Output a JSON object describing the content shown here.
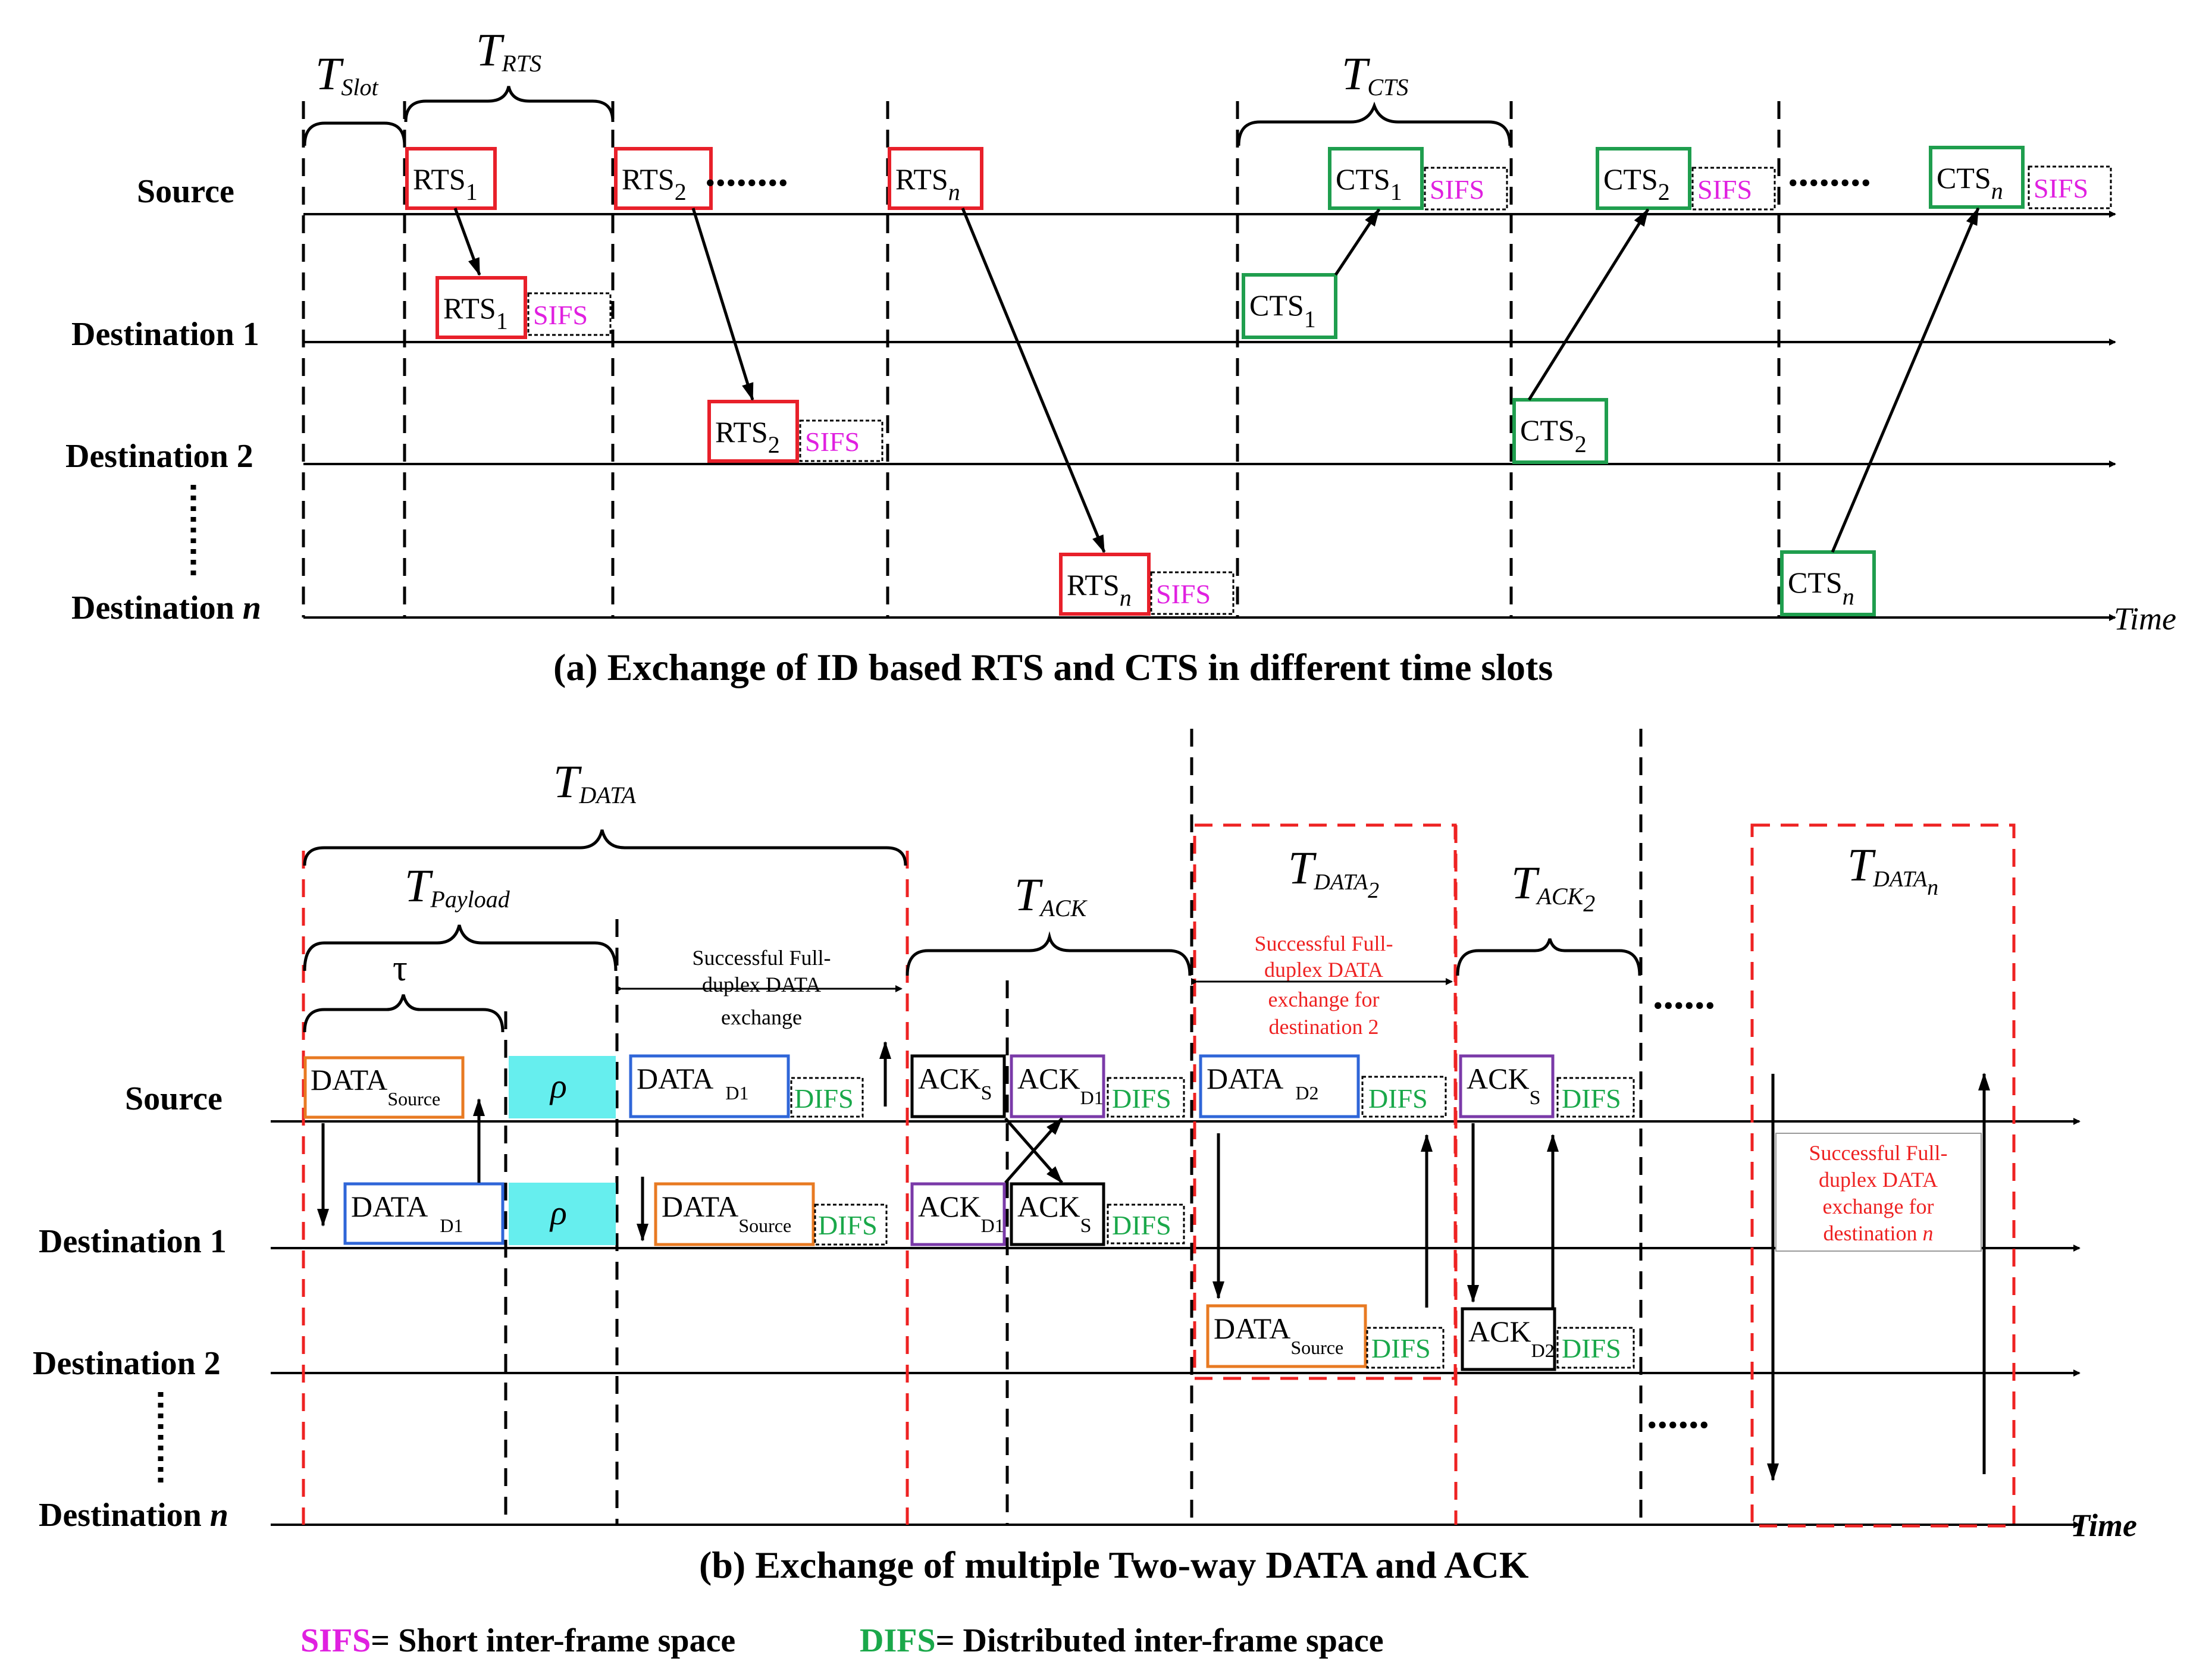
{
  "colors": {
    "rts": "#e8202a",
    "cts": "#1f9e4e",
    "sifs": "#e020e0",
    "difs": "#1aa84a",
    "blue": "#2f66d8",
    "orange": "#e87a22",
    "purple": "#7a3aa8",
    "cyan": "#66eeee",
    "redDash": "#ee2222",
    "redText": "#ee2222"
  },
  "partA": {
    "rows": [
      "Source",
      "Destination 1",
      "Destination 2",
      "Destination "
    ],
    "rowSuffix": "n",
    "timeLabel": "Time",
    "braces": {
      "slot": "Slot",
      "rts": "RTS",
      "cts": "CTS",
      "T": "T"
    },
    "rts": {
      "base": "RTS",
      "sub1": "1",
      "sub2": "2",
      "subn": "n"
    },
    "cts": {
      "base": "CTS",
      "sub1": "1",
      "sub2": "2",
      "subn": "n"
    },
    "sifs": "SIFS",
    "ellipsis": "........",
    "caption": "(a) Exchange of ID based RTS and CTS in different time slots"
  },
  "partB": {
    "rows": [
      "Source",
      "Destination 1",
      "Destination 2",
      "Destination "
    ],
    "rowSuffix": "n",
    "timeLabel": "Time",
    "braces": {
      "data": "DATA",
      "payload": "Payload",
      "tau": "τ",
      "ack": "ACK",
      "data2": "DATA",
      "data2sub": "2",
      "ack2": "ACK",
      "ack2sub": "2",
      "datan": "DATA",
      "datansub": "n",
      "T": "T"
    },
    "rho": "ρ",
    "data": {
      "base": "DATA",
      "source": "Source",
      "d1": "D1",
      "d2": "D2"
    },
    "ack": {
      "base": "ACK",
      "s": "S",
      "d1": "D1",
      "d2": "D2"
    },
    "difs": "DIFS",
    "exchange1": [
      "Successful Full-",
      "duplex DATA",
      "exchange"
    ],
    "exchange2": [
      "Successful Full-",
      "duplex DATA",
      "exchange for",
      "destination 2"
    ],
    "exchangeN": [
      "Successful Full-",
      "duplex DATA",
      "exchange for",
      "destination "
    ],
    "exchangeNsuffix": "n",
    "ellipsis": "......",
    "caption": "(b) Exchange of multiple Two-way DATA and ACK"
  },
  "legend": {
    "sifs": "SIFS",
    "sifsText": "= Short inter-frame space",
    "difs": "DIFS",
    "difsText": "= Distributed inter-frame space"
  }
}
